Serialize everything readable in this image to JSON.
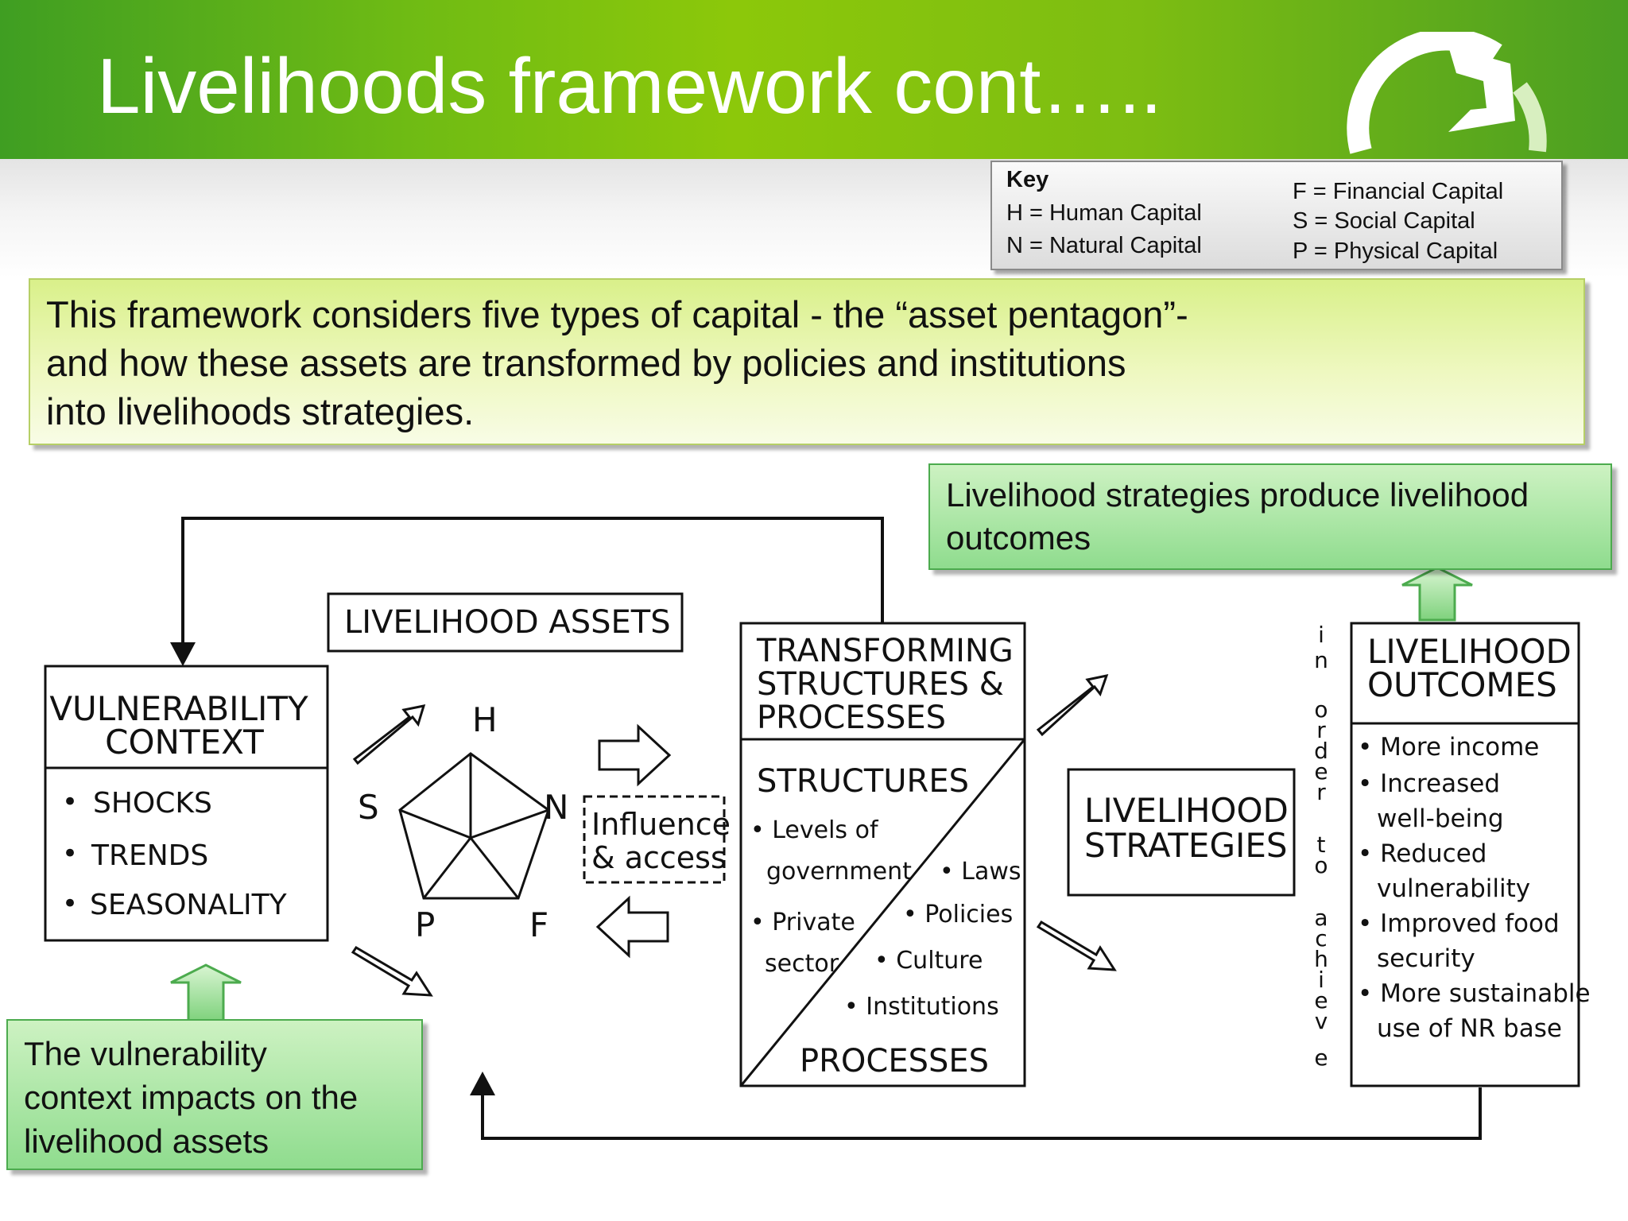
{
  "slide": {
    "title": "Livelihoods framework cont….."
  },
  "key": {
    "heading": "Key",
    "left": [
      "H = Human Capital",
      "N = Natural Capital"
    ],
    "right": [
      "F = Financial Capital",
      "S = Social Capital",
      "P = Physical Capital"
    ]
  },
  "intro": {
    "lines": [
      "This framework considers five types of capital - the “asset pentagon”-",
      "and how these assets are transformed by policies and institutions",
      " into livelihoods strategies."
    ]
  },
  "callouts": {
    "strategies": [
      "Livelihood strategies produce livelihood",
      "outcomes"
    ],
    "vulnerability": [
      "The vulnerability",
      "context impacts on the",
      "livelihood assets"
    ]
  },
  "diagram": {
    "vulnerability": {
      "title": [
        "VULNERABILITY",
        "CONTEXT"
      ],
      "items": [
        "SHOCKS",
        "TRENDS",
        "SEASONALITY"
      ]
    },
    "assets": {
      "title": "LIVELIHOOD ASSETS",
      "pentagon": {
        "top": "H",
        "right": "N",
        "left": "S",
        "bottom_left": "P",
        "bottom_right": "F"
      }
    },
    "influence": [
      "Influence",
      "& access"
    ],
    "transforming": {
      "title": [
        "TRANSFORMING",
        "STRUCTURES &",
        "PROCESSES"
      ],
      "structures_label": "STRUCTURES",
      "processes_label": "PROCESSES",
      "structures_items": [
        "• Levels of",
        "government",
        "• Private",
        "sector"
      ],
      "processes_items": [
        "• Laws",
        "• Policies",
        "• Culture",
        "• Institutions"
      ]
    },
    "strategies": {
      "title": [
        "LIVELIHOOD",
        "STRATEGIES"
      ]
    },
    "in_order_to_achieve": [
      "i",
      "n",
      "o",
      "r",
      "d",
      "e",
      "r",
      "t",
      "o",
      "a",
      "c",
      "h",
      "i",
      "e",
      "v",
      "e"
    ],
    "outcomes": {
      "title": [
        "LIVELIHOOD",
        "OUTCOMES"
      ],
      "items": [
        "• More income",
        "• Increased",
        "well-being",
        "• Reduced",
        "vulnerability",
        "• Improved food",
        "security",
        "• More sustainable",
        "use of NR base"
      ]
    }
  }
}
